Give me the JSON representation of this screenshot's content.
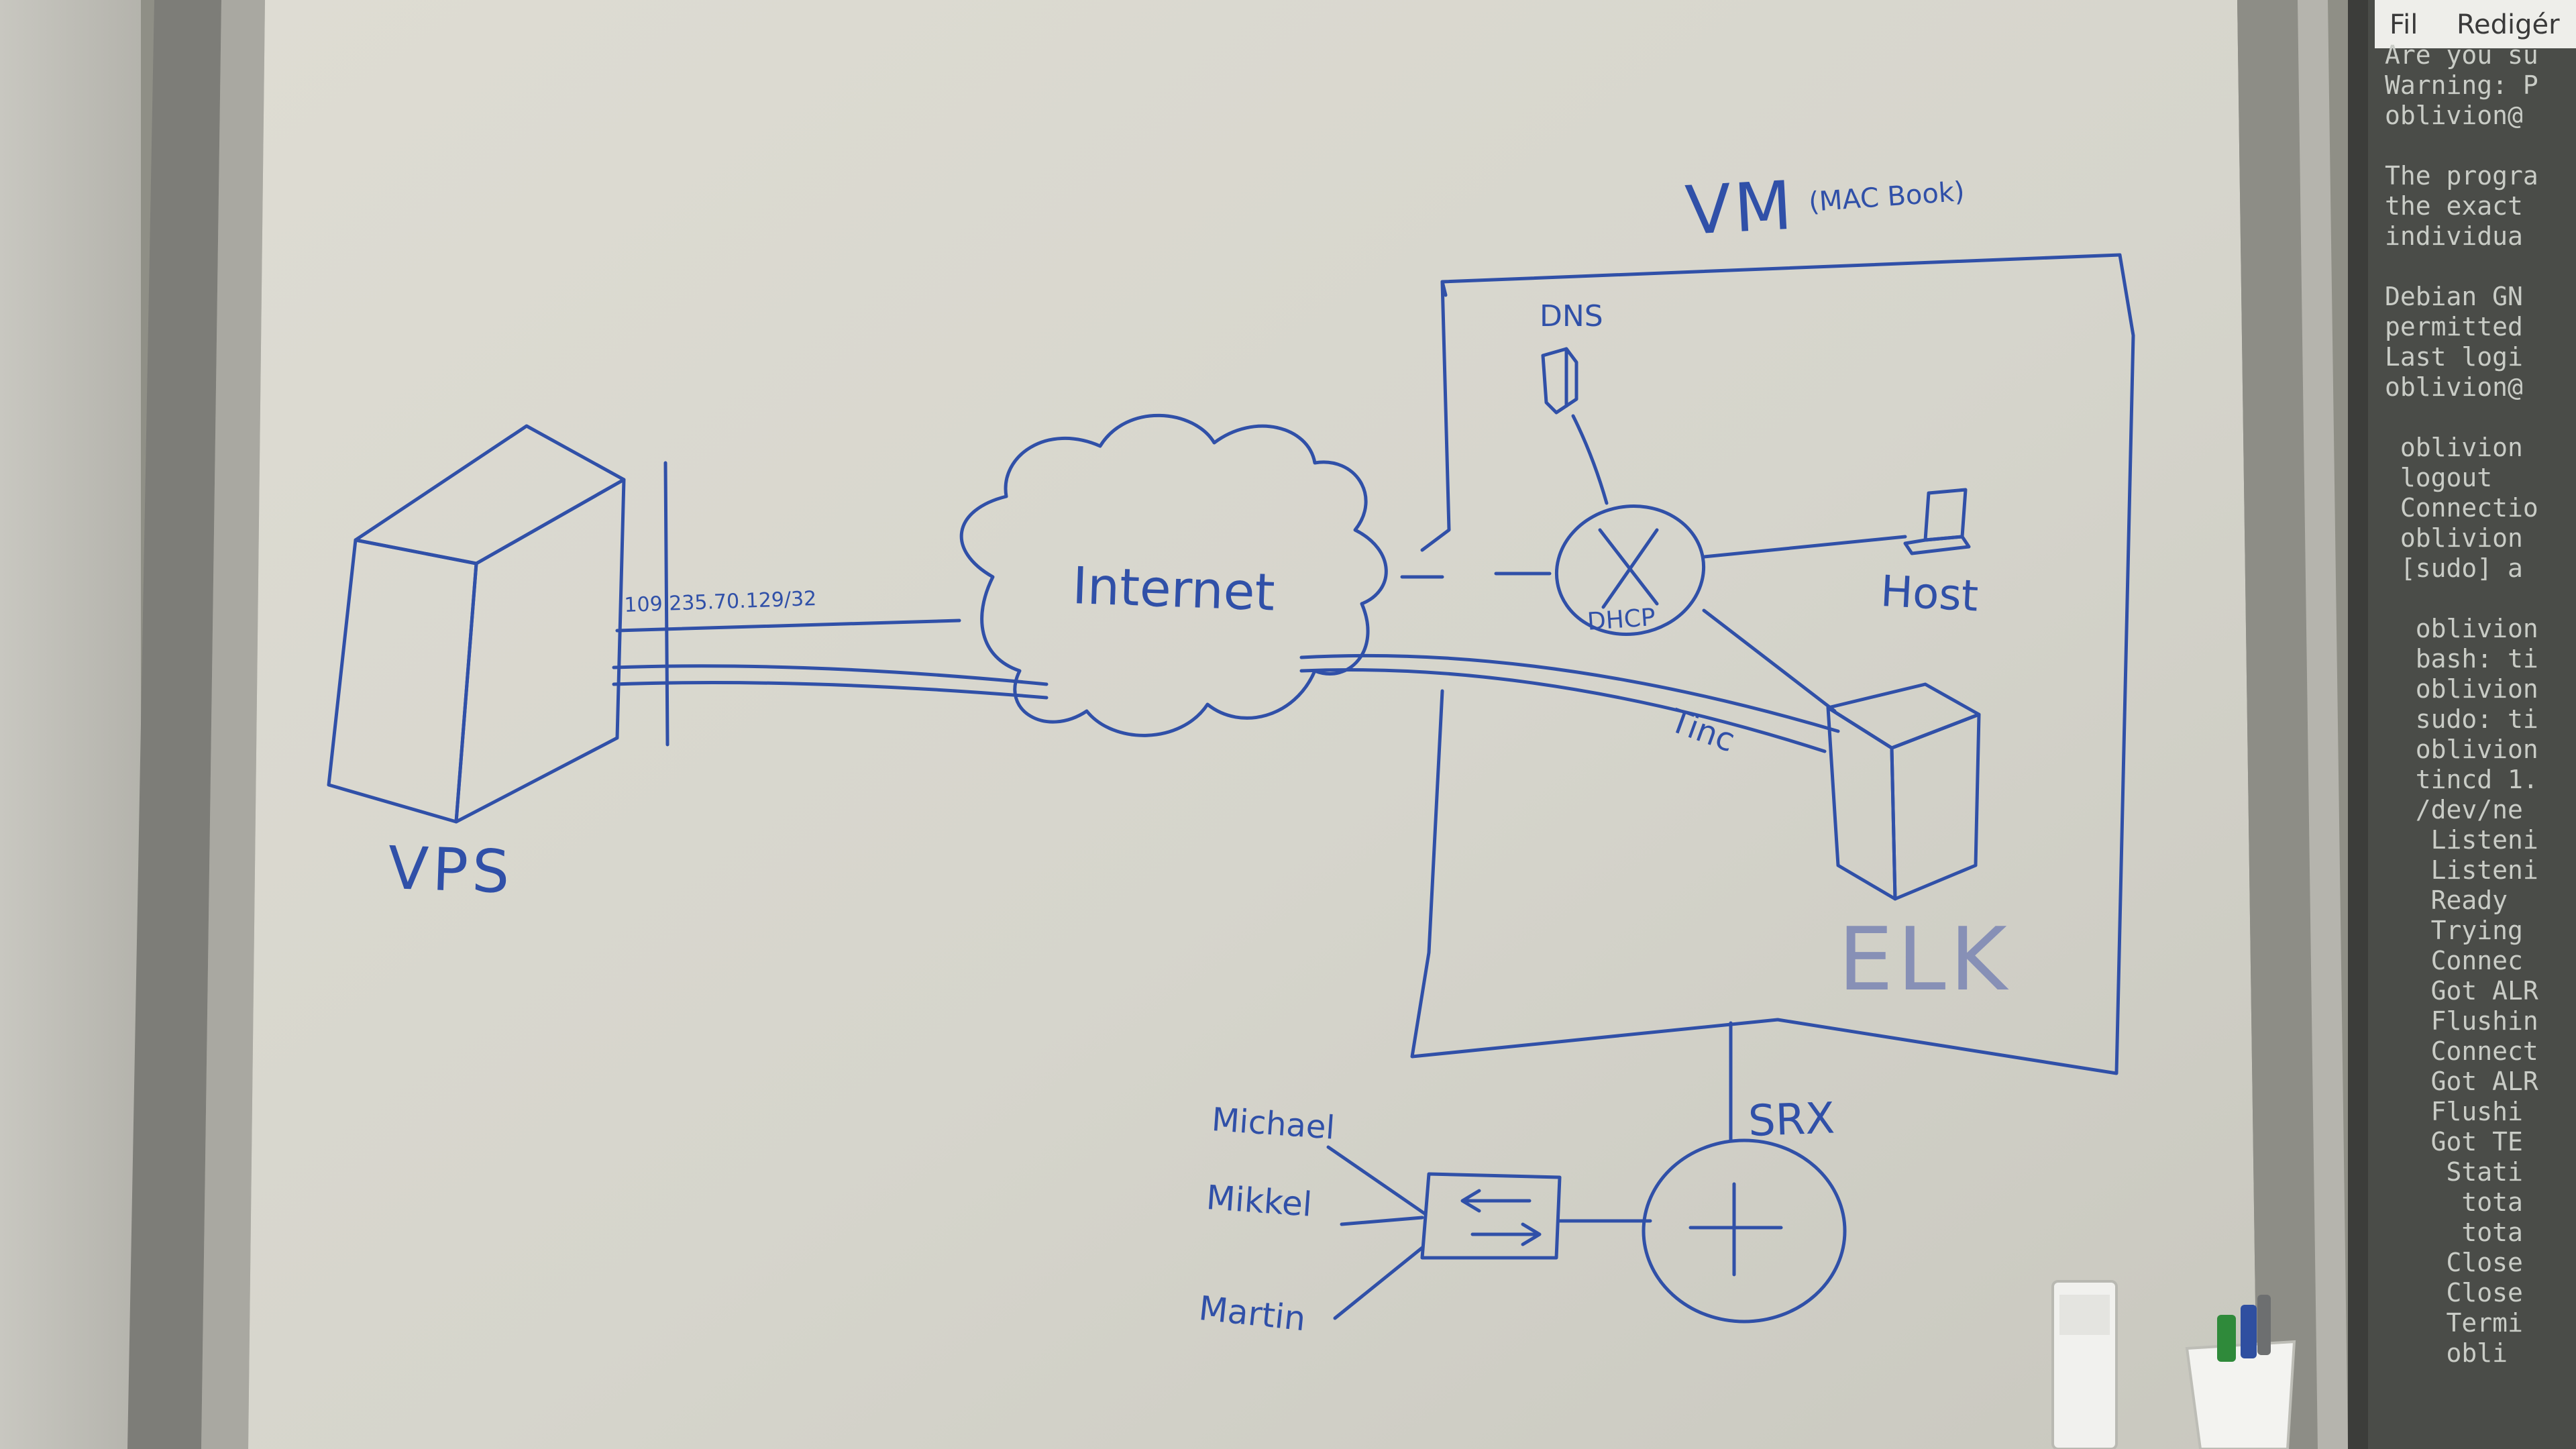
{
  "whiteboard": {
    "labels": {
      "vps": "VPS",
      "ip": "109.235.70.129/32",
      "internet": "Internet",
      "vm": "VM",
      "vm_note": "(MAC Book)",
      "dns": "DNS",
      "dhcp": "DHCP",
      "host": "Host",
      "tinc": "Tinc",
      "elk": "ELK",
      "srx": "SRX",
      "michael": "Michael",
      "mikkel": "Mikkel",
      "martin": "Martin"
    },
    "ink_color": "#3050a8",
    "board_color": "#dcdbd2"
  },
  "terminal_window": {
    "menu": [
      "Fil",
      "Redigér"
    ],
    "lines": [
      "Are you su",
      "Warning: P",
      "oblivion@",
      "",
      "The progra",
      "the exact",
      "individua",
      "",
      "Debian GN",
      "permitted",
      "Last logi",
      "oblivion@",
      "",
      " oblivion",
      " logout",
      " Connectio",
      " oblivion",
      " [sudo] a",
      "",
      "  oblivion",
      "  bash: ti",
      "  oblivion",
      "  sudo: ti",
      "  oblivion",
      "  tincd 1.",
      "  /dev/ne",
      "   Listeni",
      "   Listeni",
      "   Ready",
      "   Trying",
      "   Connec",
      "   Got ALR",
      "   Flushin",
      "   Connect",
      "   Got ALR",
      "   Flushi",
      "   Got TE",
      "    Stati",
      "     tota",
      "     tota",
      "    Close",
      "    Close",
      "    Termi",
      "    obli"
    ],
    "colors": {
      "background": "#4a4c48",
      "text": "#c9ccc6"
    }
  }
}
